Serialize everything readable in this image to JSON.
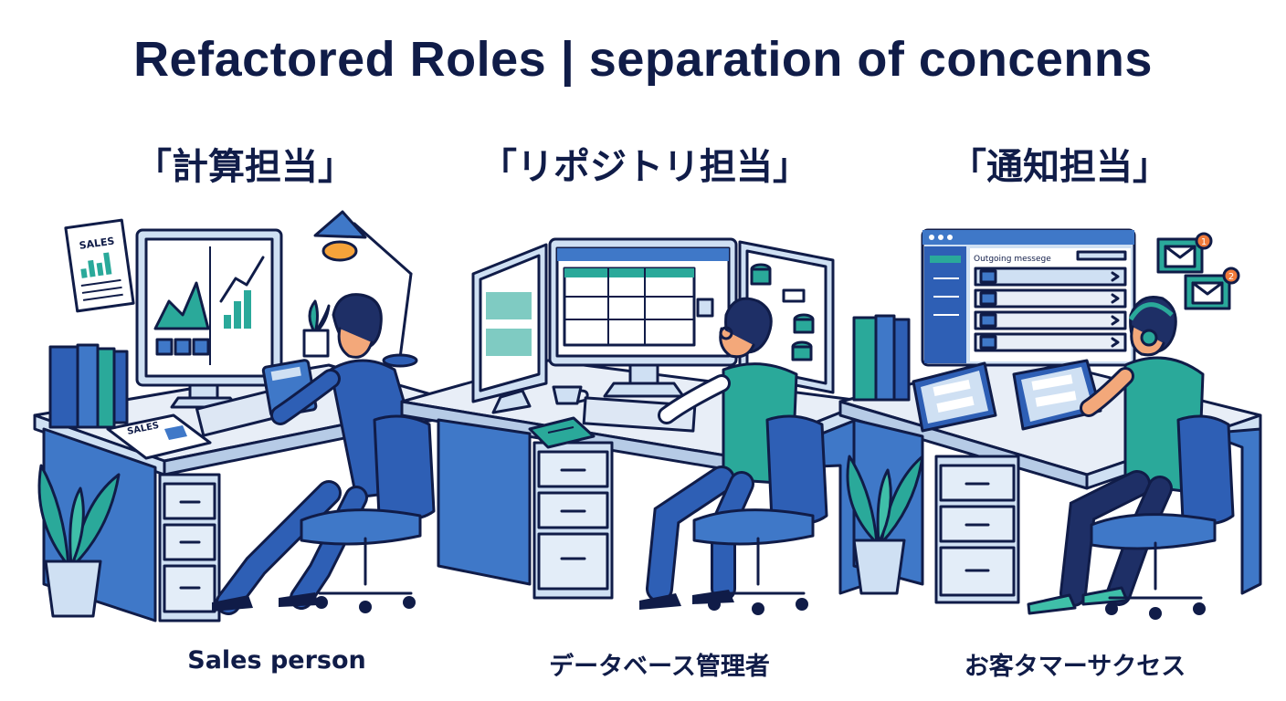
{
  "title": "Refactored Roles | separation of concenns",
  "roles": [
    {
      "heading": "「計算担当」",
      "caption": "Sales person"
    },
    {
      "heading": "「リポジトリ担当」",
      "caption": "データベース管理者"
    },
    {
      "heading": "「通知担当」",
      "caption": "お客タマーサクセス"
    }
  ],
  "sales_sign": "SALES",
  "sales_paper": "SALES",
  "outgoing_title": "Outgoing messege",
  "badges": [
    "1",
    "2"
  ],
  "colors": {
    "navy": "#101c48",
    "blue": "#2e5fb5",
    "light_blue": "#cfe0f3",
    "teal": "#2aa99a",
    "desk": "#e8eef7"
  }
}
